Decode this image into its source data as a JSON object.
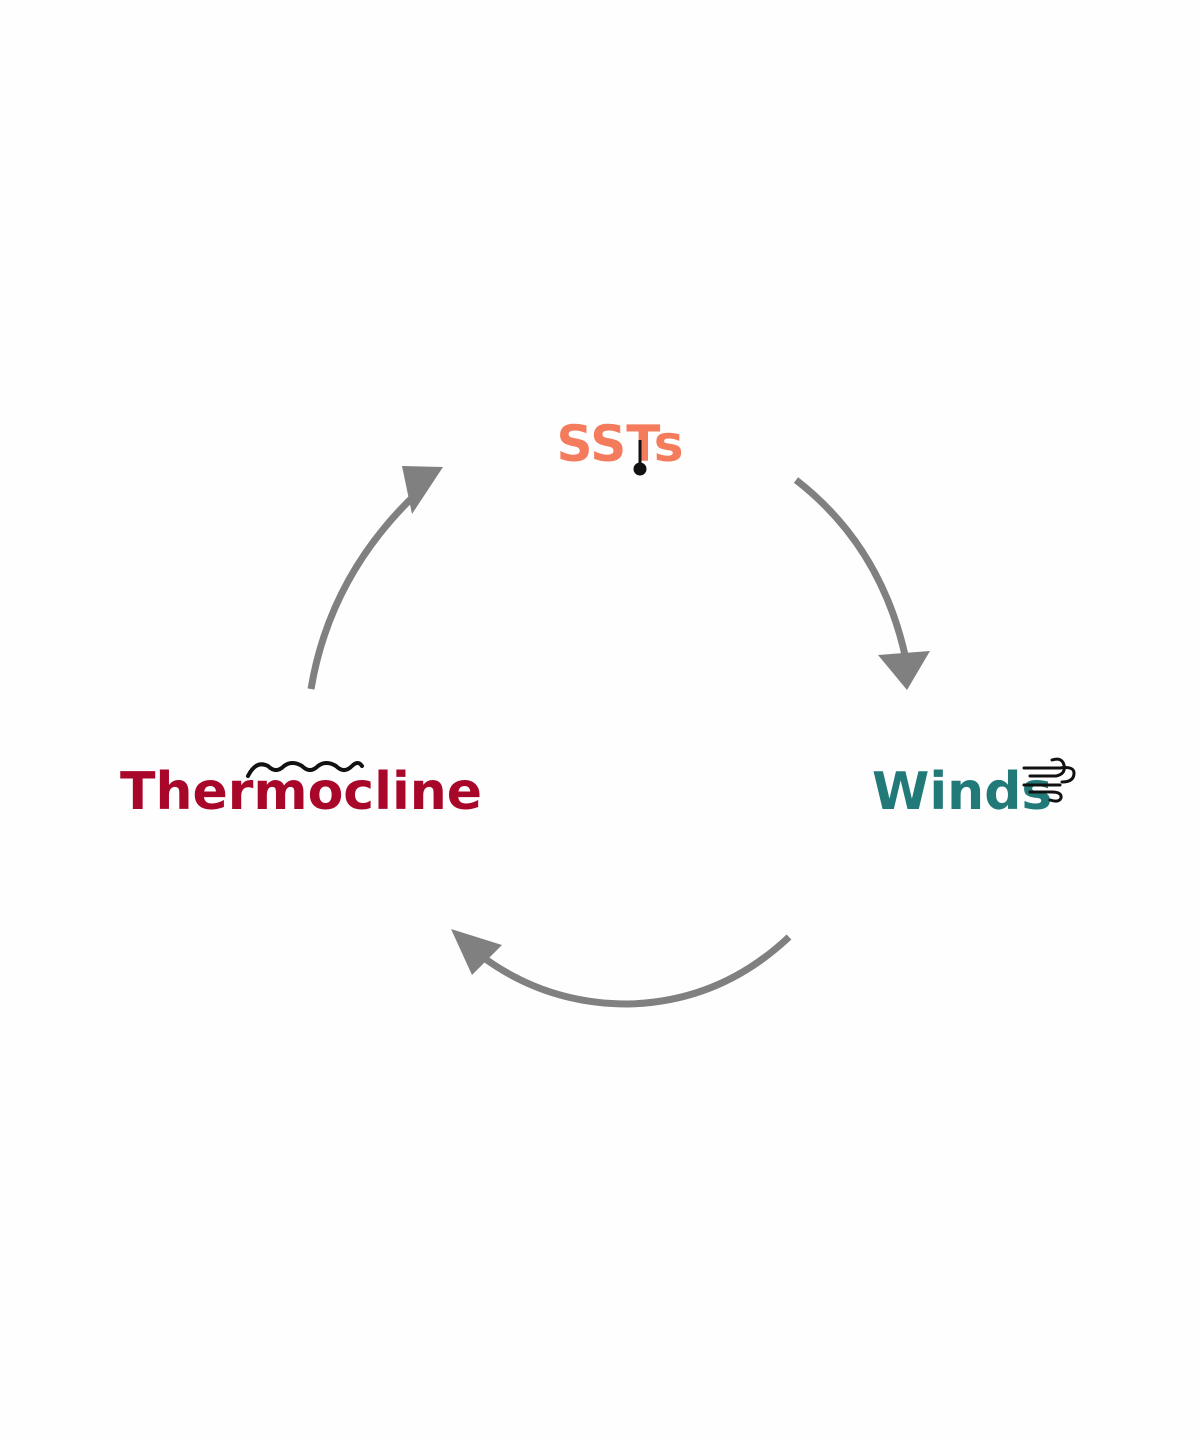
{
  "nodes": {
    "ssts": {
      "label": "SSTs",
      "color": "#f47c5c",
      "icon": "thermometer-icon"
    },
    "winds": {
      "label": "Winds",
      "color": "#217a78",
      "icon": "wind-icon"
    },
    "thermocline": {
      "label": "Thermocline",
      "color": "#a8072a",
      "icon": "waves-icon"
    }
  },
  "arrows": {
    "color": "#808080",
    "links": [
      {
        "from": "SSTs",
        "to": "Winds"
      },
      {
        "from": "Winds",
        "to": "Thermocline"
      },
      {
        "from": "Thermocline",
        "to": "SSTs"
      }
    ]
  }
}
